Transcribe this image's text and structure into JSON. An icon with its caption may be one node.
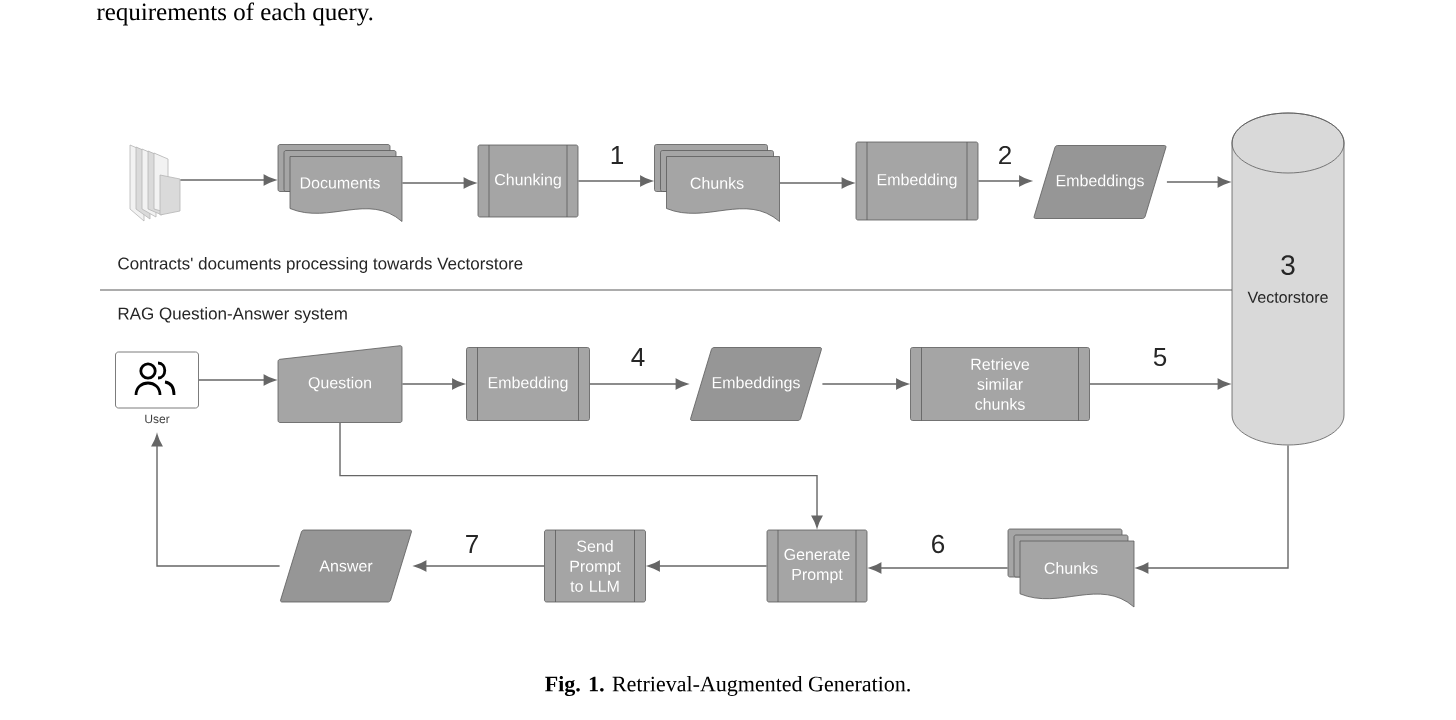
{
  "diagram": {
    "caption": "**Fig. 1.** Retrieval-Augmented Generation.",
    "nodes": [
      {
        "text": [],
        "shape": "folder"
      },
      {
        "text": [
          "Documents"
        ]
      },
      {
        "text": [
          "Chunking"
        ]
      },
      {
        "text": [
          "Chunks"
        ]
      },
      {
        "text": [
          "Embedding"
        ]
      },
      {
        "text": [
          "Embeddings"
        ]
      },
      {
        "text": [
          "3",
          "Vectorstore"
        ]
      },
      {
        "text": [],
        "shape": "box",
        "beside": [
          "User"
        ]
      },
      {
        "text": [
          "Question"
        ]
      },
      {
        "text": [
          "Embedding"
        ]
      },
      {
        "text": [
          "Embeddings"
        ]
      },
      {
        "text": [
          "Retrieve similar chunks"
        ]
      },
      {
        "text": [
          "Chunks"
        ]
      },
      {
        "text": [
          "Generate Prompt"
        ]
      },
      {
        "text": [
          "Send Prompt to LLM"
        ]
      },
      {
        "text": [
          "Answer"
        ]
      }
    ],
    "edges": [
      {
        "from": 0,
        "to": 1,
        "arrow": "to"
      },
      {
        "from": 1,
        "to": 2,
        "arrow": "to"
      },
      {
        "from": 2,
        "to": 3,
        "arrow": "to",
        "label": "1"
      },
      {
        "from": 3,
        "to": 4,
        "arrow": "to"
      },
      {
        "from": 4,
        "to": 5,
        "arrow": "to",
        "label": "2"
      },
      {
        "from": 5,
        "to": 6,
        "arrow": "to"
      },
      {
        "from": 7,
        "to": 8,
        "arrow": "to"
      },
      {
        "from": 8,
        "to": 9,
        "arrow": "to"
      },
      {
        "from": 9,
        "to": 10,
        "arrow": "to",
        "label": "4"
      },
      {
        "from": 10,
        "to": 11,
        "arrow": "to"
      },
      {
        "from": 11,
        "to": 6,
        "arrow": "to",
        "label": "5"
      },
      {
        "from": 6,
        "to": 12,
        "arrow": "to"
      },
      {
        "from": 12,
        "to": 13,
        "arrow": "to",
        "label": "6"
      },
      {
        "from": 8,
        "to": 13,
        "arrow": "to"
      },
      {
        "from": 13,
        "to": 14,
        "arrow": "to"
      },
      {
        "from": 14,
        "to": 15,
        "arrow": "to",
        "label": "7"
      },
      {
        "from": 15,
        "to": 7,
        "arrow": "to"
      }
    ],
    "labels": [
      "requirements of each query.",
      "Contracts' documents processing towards Vectorstore",
      "RAG Question-Answer system"
    ]
  }
}
